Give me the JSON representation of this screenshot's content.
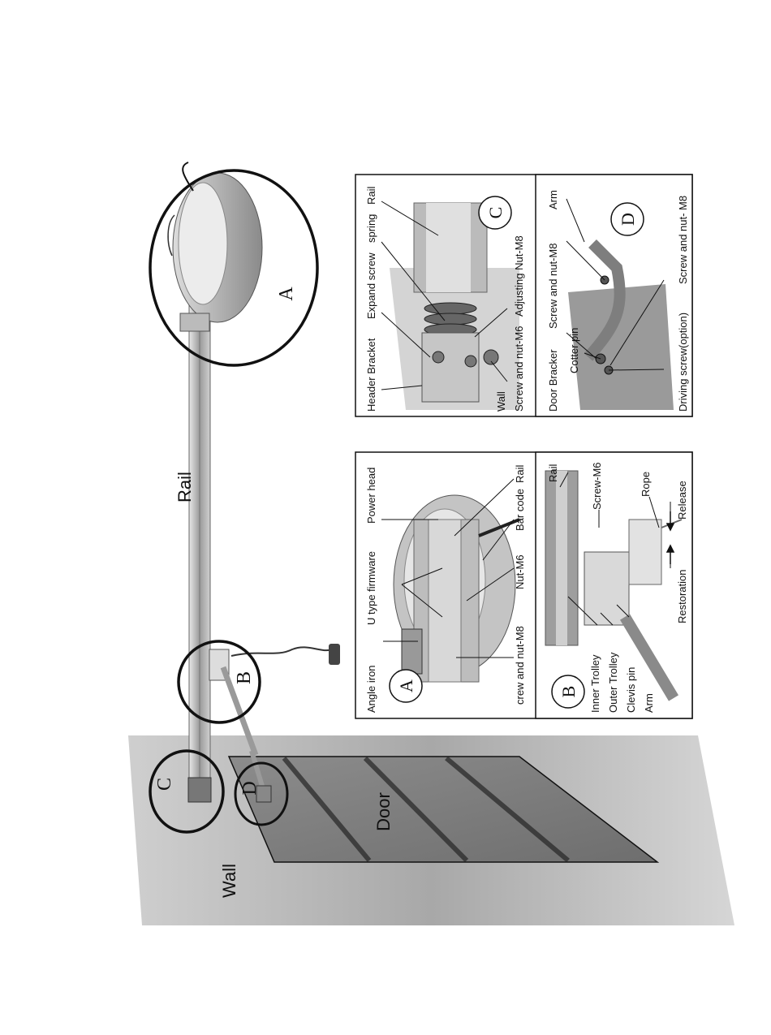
{
  "main_labels": {
    "rail": "Rail",
    "door": "Door",
    "wall": "Wall"
  },
  "callouts": {
    "a": "A",
    "b": "B",
    "c": "C",
    "d": "D"
  },
  "panel_a": {
    "letter": "A",
    "angle_iron": "Angle iron",
    "u_type_firmware": "U type firmware",
    "power_head": "Power head",
    "crew_and_nut_m8": "crew and nut-M8",
    "nut_m6": "Nut-M6",
    "bar_code": "Bar code",
    "rail": "Rail"
  },
  "panel_b": {
    "letter": "B",
    "inner_trolley": "Inner Trolley",
    "outer_trolley": "Outer Trolley",
    "clevis_pin": "Clevis pin",
    "arm": "Arm",
    "rail": "Rail",
    "screw_m6": "Screw-M6",
    "rope": "Rope",
    "restoration": "Restoration",
    "release": "Release"
  },
  "panel_c": {
    "letter": "C",
    "header_bracket": "Header Bracket",
    "expand_screw": "Expand screw",
    "spring": "spring",
    "rail": "Rail",
    "wall": "Wall",
    "screw_and_nut_m6": "Screw and nut-M6",
    "adjusting_nut_m8": "Adjusting Nut-M8"
  },
  "panel_d": {
    "letter": "D",
    "door_bracker": "Door Bracker",
    "screw_and_nut_m8": "Screw and nut-M8",
    "arm": "Arm",
    "cotter_pin": "Cotter pin",
    "driving_screw": "Driving screw(option)",
    "screw_and_nut_m8_b": "Screw and nut- M8"
  }
}
